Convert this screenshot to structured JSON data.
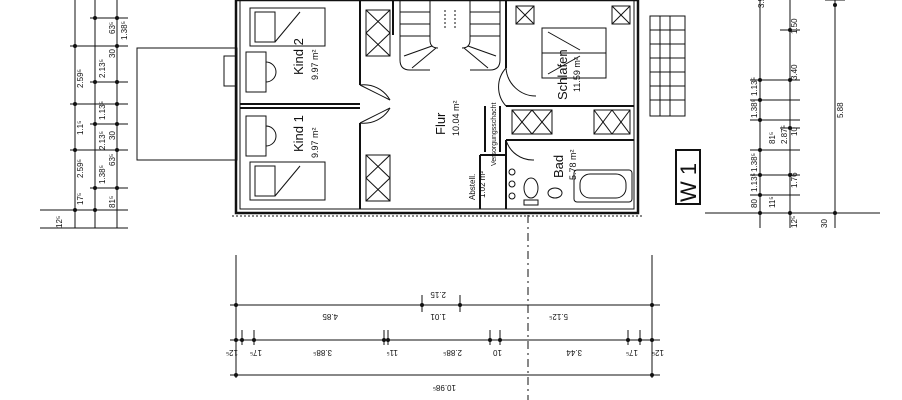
{
  "rooms": {
    "kind2": {
      "name": "Kind 2",
      "area": "9.97 m²"
    },
    "kind1": {
      "name": "Kind 1",
      "area": "9.97 m²"
    },
    "flur": {
      "name": "Flur",
      "area": "10.04 m²"
    },
    "schlafen": {
      "name": "Schlafen",
      "area": "11.59 m²"
    },
    "bad": {
      "name": "Bad",
      "area": "5.78 m²"
    },
    "abstell": {
      "name": "Abstell.",
      "area": "1.02 m²"
    },
    "shaft": {
      "name": "Versorgungsschacht"
    }
  },
  "sheet_label": "W 1",
  "dims": {
    "left_outer": [
      "2.59⁵",
      "1.1⁵",
      "2.59⁵"
    ],
    "left_inner": [
      "1.38⁵",
      "2.13⁵",
      "1.13⁵",
      "2.13⁵",
      "1.38⁵"
    ],
    "left_small": [
      "30",
      "63⁵",
      "30",
      "63⁵",
      "17⁵",
      "12⁵",
      "81⁵"
    ],
    "right_inner": [
      "1.13⁵",
      "1.38⁵",
      "2.87⁵",
      "1.38⁵",
      "1.13⁵",
      "81⁵",
      "80",
      "11⁵",
      "12⁵"
    ],
    "right_mid": [
      "1.50",
      "3.40",
      "10",
      "1.76",
      "30"
    ],
    "right_outer": [
      "3.5",
      "5.88"
    ],
    "bottom_row1": [
      "2.15",
      "1.01"
    ],
    "bottom_row2": [
      "4.85",
      "5.12⁵"
    ],
    "bottom_row3": [
      "12⁵",
      "17⁵",
      "3.88⁵",
      "11⁵",
      "2.88⁵",
      "10",
      "3.44",
      "17⁵",
      "12⁵"
    ],
    "bottom_total": "10.98⁵"
  }
}
